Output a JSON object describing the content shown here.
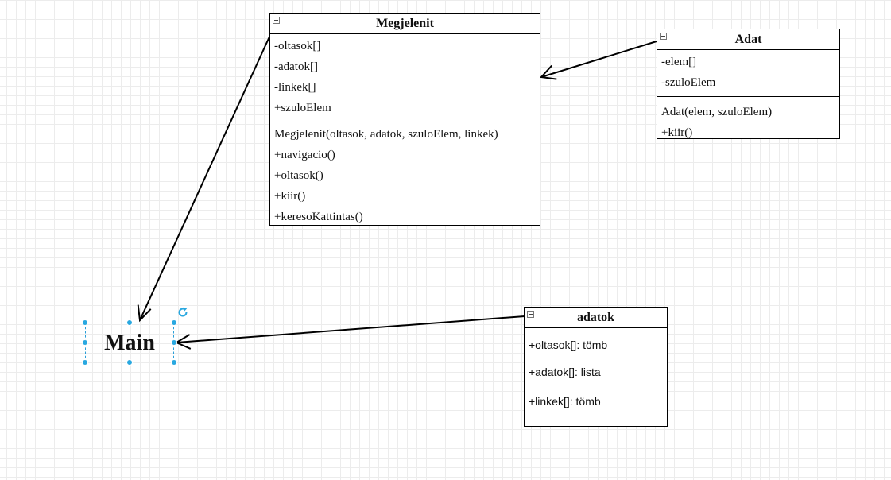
{
  "classes": {
    "megjelenit": {
      "name": "Megjelenit",
      "attributes": [
        "-oltasok[]",
        "-adatok[]",
        "-linkek[]",
        "+szuloElem"
      ],
      "methods": [
        "Megjelenit(oltasok, adatok, szuloElem, linkek)",
        "+navigacio()",
        "+oltasok()",
        "+kiir()",
        "+keresoKattintas()"
      ]
    },
    "adat": {
      "name": "Adat",
      "attributes": [
        "-elem[]",
        "-szuloElem"
      ],
      "methods": [
        "Adat(elem, szuloElem)",
        "+kiir()"
      ]
    },
    "adatok": {
      "name": "adatok",
      "attributes": [
        "+oltasok[]: tömb",
        "+adatok[]: lista",
        "+linkek[]: tömb"
      ]
    }
  },
  "main_shape": {
    "label": "Main",
    "selection_color": "#29a8e0"
  },
  "connectors": [
    {
      "from": "Megjelenit",
      "to": "Main"
    },
    {
      "from": "Adat",
      "to": "Megjelenit"
    },
    {
      "from": "adatok",
      "to": "Main"
    }
  ],
  "icons": [
    "collapse-icon",
    "rotate-icon"
  ]
}
